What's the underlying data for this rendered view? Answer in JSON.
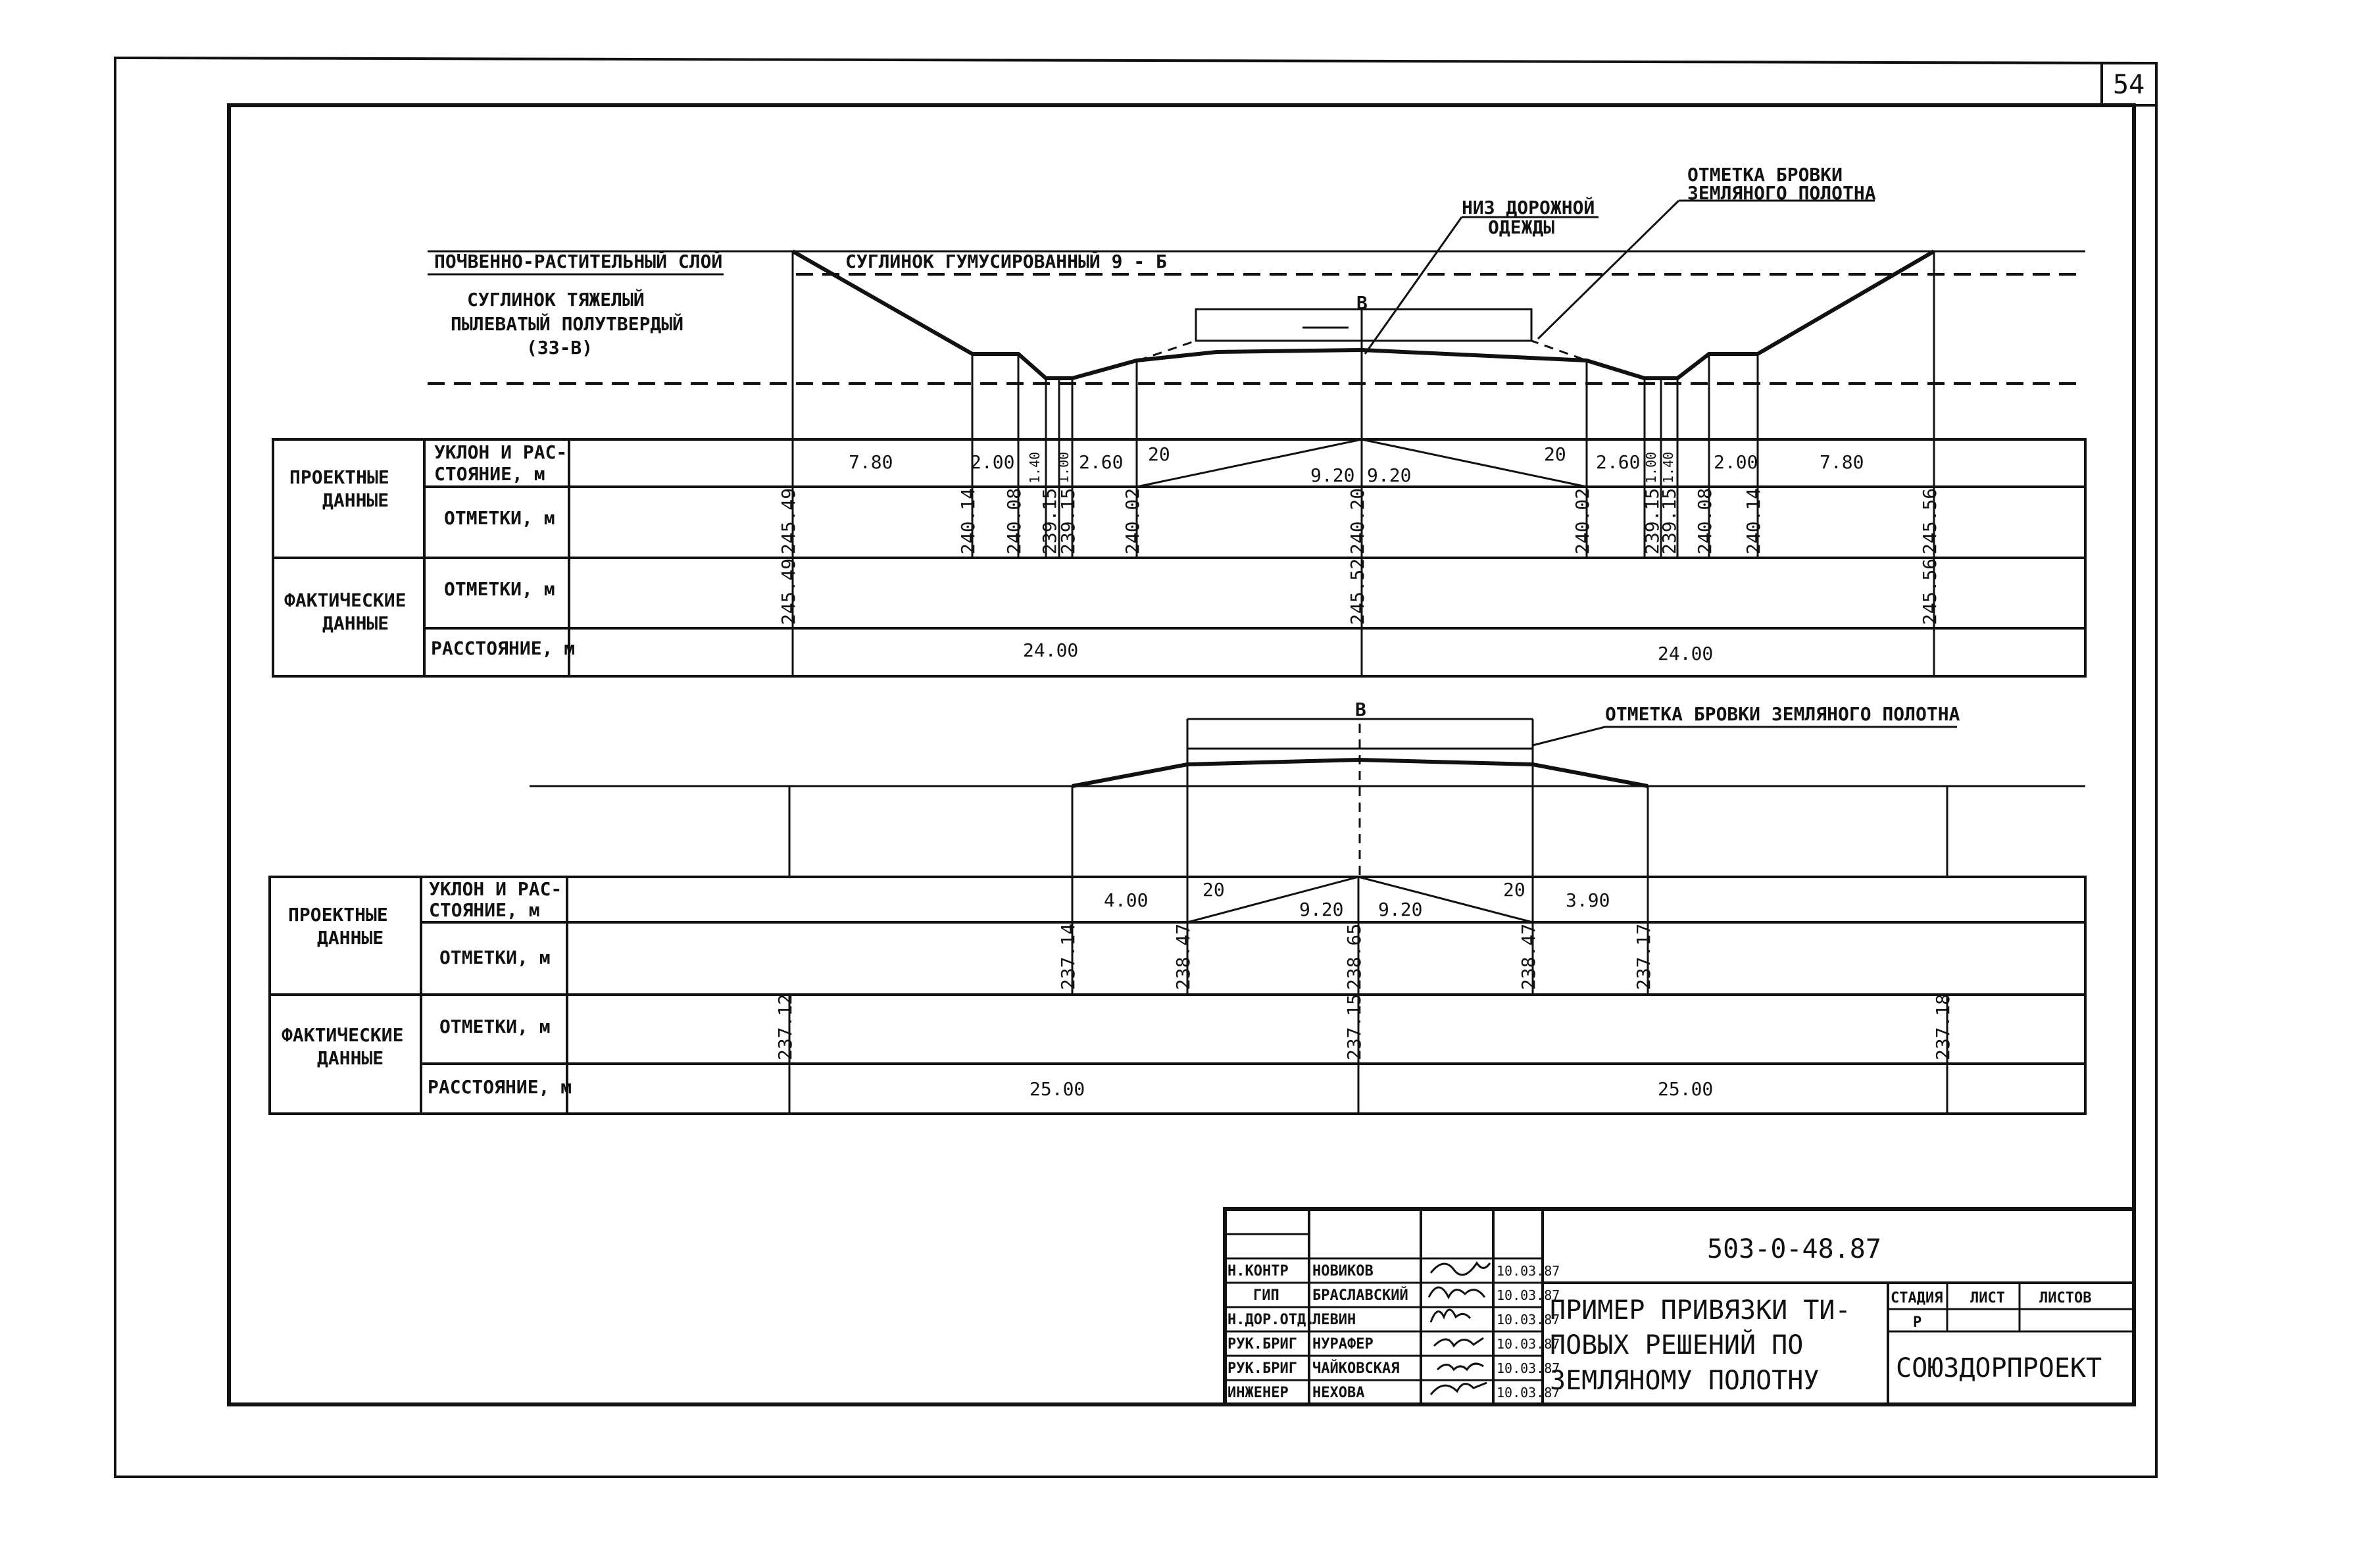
{
  "sheet_number": "54",
  "labels": {
    "topsoil": "ПОЧВЕННО-РАСТИТЕЛЬНЫЙ СЛОЙ",
    "loam_humus": "СУГЛИНОК ГУМУСИРОВАННЫЙ 9 - Б",
    "heavy_loam_1": "СУГЛИНОК ТЯЖЕЛЫЙ",
    "heavy_loam_2": "ПЫЛЕВАТЫЙ ПОЛУТВЕРДЫЙ",
    "heavy_loam_3": "(33-В)",
    "pavement_bottom_1": "НИЗ ДОРОЖНОЙ",
    "pavement_bottom_2": "ОДЕЖДЫ",
    "edge_mark_1": "ОТМЕТКА БРОВКИ",
    "edge_mark_2": "ЗЕМЛЯНОГО ПОЛОТНА",
    "edge_mark_full": "ОТМЕТКА БРОВКИ ЗЕМЛЯНОГО ПОЛОТНА",
    "width_b": "В"
  },
  "table_headers": {
    "design_1": "ПРОЕКТНЫЕ",
    "design_2": "ДАННЫЕ",
    "actual_1": "ФАКТИЧЕСКИЕ",
    "actual_2": "ДАННЫЕ",
    "slope_1": "УКЛОН И РАС-",
    "slope_2": "СТОЯНИЕ, м",
    "marks": "ОТМЕТКИ, м",
    "distance": "РАССТОЯНИЕ, м"
  },
  "section1": {
    "slope_values": [
      "7.80",
      "2.00",
      "1.40",
      "1.00",
      "2.60",
      "20",
      "9.20",
      "9.20",
      "20",
      "2.60",
      "1.00",
      "1.40",
      "2.00",
      "7.80"
    ],
    "design_marks": [
      "245.49",
      "240.14",
      "240.08",
      "239.15",
      "239.15",
      "240.02",
      "240.20",
      "240.02",
      "239.15",
      "239.15",
      "240.08",
      "240.14",
      "245.56"
    ],
    "actual_marks": [
      "245.49",
      "245.52",
      "245.56"
    ],
    "distances": [
      "24.00",
      "24.00"
    ]
  },
  "section2": {
    "slope_values": [
      "4.00",
      "20",
      "9.20",
      "9.20",
      "20",
      "3.90"
    ],
    "design_marks": [
      "237.14",
      "238.47",
      "238.65",
      "238.47",
      "237.17"
    ],
    "actual_marks": [
      "237.12",
      "237.15",
      "237.18"
    ],
    "distances": [
      "25.00",
      "25.00"
    ]
  },
  "title_block": {
    "doc_code": "503-0-48.87",
    "title_1": "ПРИМЕР ПРИВЯЗКИ ТИ-",
    "title_2": "ПОВЫХ РЕШЕНИЙ ПО",
    "title_3": "ЗЕМЛЯНОМУ ПОЛОТНУ",
    "stage_label": "СТАДИЯ",
    "sheet_label": "ЛИСТ",
    "sheets_label": "ЛИСТОВ",
    "stage_value": "Р",
    "organization": "СОЮЗДОРПРОЕКТ",
    "people": [
      {
        "role": "Н.КОНТР",
        "name": "НОВИКОВ",
        "date": "10.03.87"
      },
      {
        "role": "ГИП",
        "name": "БРАСЛАВСКИЙ",
        "date": "10.03.87"
      },
      {
        "role": "Н.ДОР.ОТД.",
        "name": "ЛЕВИН",
        "date": "10.03.87"
      },
      {
        "role": "РУК.БРИГ",
        "name": "НУРАФЕР",
        "date": "10.03.87"
      },
      {
        "role": "РУК.БРИГ",
        "name": "ЧАЙКОВСКАЯ",
        "date": "10.03.87"
      },
      {
        "role": "ИНЖЕНЕР",
        "name": "НЕХОВА",
        "date": "10.03.87"
      }
    ]
  }
}
